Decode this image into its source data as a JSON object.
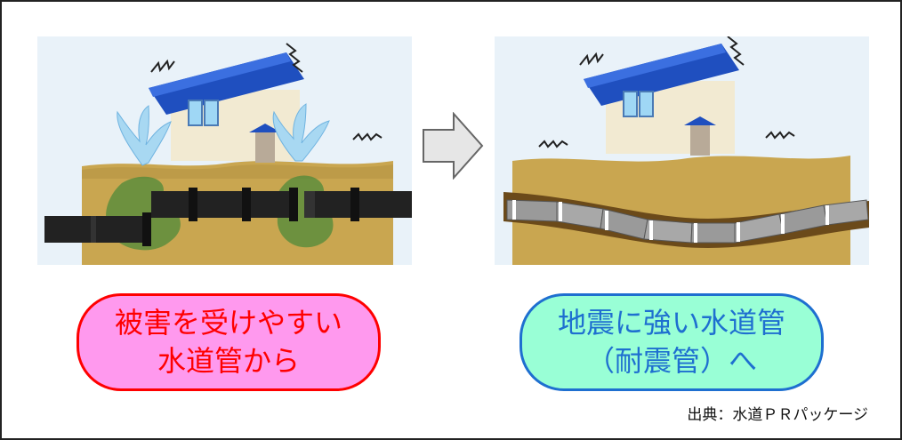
{
  "before": {
    "label_line1": "被害を受けやすい",
    "label_line2": "水道管から"
  },
  "after": {
    "label_line1": "地震に強い水道管",
    "label_line2": "（耐震管）へ"
  },
  "source": "出典：水道ＰＲパッケージ",
  "colors": {
    "before_fill": "#ff99ee",
    "before_text": "#ff0000",
    "after_fill": "#99ffd6",
    "after_text": "#1e6fd0",
    "roof": "#1f4fbf",
    "soil": "#c9a650",
    "old_pipe": "#222222",
    "seismic_pipe": "#9a9a9a"
  },
  "icons": [
    "house-illustration",
    "water-leak-illustration",
    "broken-pipe-illustration",
    "right-arrow-icon",
    "earthquake-resistant-pipe-illustration"
  ]
}
